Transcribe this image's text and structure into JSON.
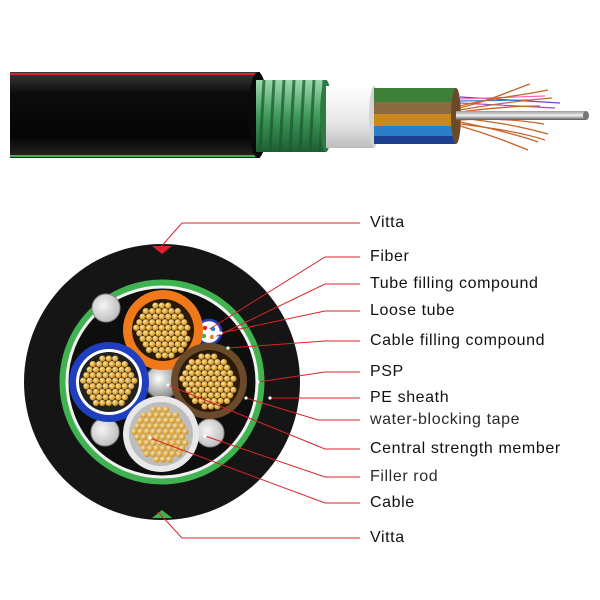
{
  "labels": {
    "vitta_top": "Vitta",
    "fiber": "Fiber",
    "tube_filling_compound": "Tube filling compound",
    "loose_tube": "Loose tube",
    "cable_filling_compound": "Cable filling compound",
    "psp": "PSP",
    "pe_sheath": "PE sheath",
    "water_blocking_tape": "water-blocking tape",
    "central_strength_member": "Central strength member",
    "filler_rod": "Filler rod",
    "cable": "Cable",
    "vitta_bottom": "Vitta"
  },
  "colors": {
    "leader_line": "#d8232a",
    "pe_sheath": "#141414",
    "psp_armor": "#3fb34f",
    "water_blocking_tape": "#f2f2f2",
    "loose_tube_orange": "#f07a1a",
    "loose_tube_blue": "#1f3fbf",
    "loose_tube_brown": "#6b4a2a",
    "loose_tube_white": "#e8e8e8",
    "copper_core": "#e9a92e",
    "vitta_top": "#e0202a",
    "vitta_bottom": "#3fb34f"
  }
}
